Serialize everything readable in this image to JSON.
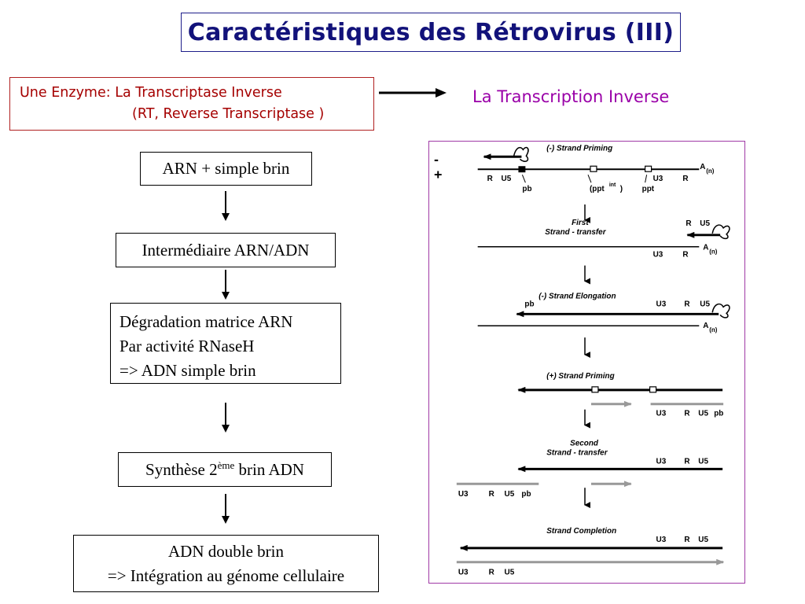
{
  "title": "Caractéristiques des Rétrovirus (III)",
  "enzyme": {
    "line1": "Une Enzyme: La Transcriptase Inverse",
    "line2": "(RT, Reverse Transcriptase )"
  },
  "process_label": "La Transcription Inverse",
  "steps": [
    {
      "lines": [
        "ARN + simple brin"
      ]
    },
    {
      "lines": [
        "Intermédiaire ARN/ADN"
      ]
    },
    {
      "lines": [
        "Dégradation matrice ARN",
        "Par activité RNaseH",
        "=> ADN simple brin"
      ]
    },
    {
      "base": "Synthèse 2",
      "sup": "ème",
      "rest": " brin ADN"
    },
    {
      "lines": [
        "ADN double brin",
        "=> Intégration au génome cellulaire"
      ]
    }
  ],
  "diagram": {
    "strand_signs": [
      "-",
      "+"
    ],
    "stages": [
      "(-) Strand Priming",
      "First",
      "Strand - transfer",
      "(-) Strand Elongation",
      "(+) Strand Priming",
      "Second",
      "Strand - transfer",
      "Strand Completion"
    ],
    "labels": {
      "R": "R",
      "U5": "U5",
      "U3": "U3",
      "pb": "pb",
      "ppt": "ppt",
      "pptint": "(ppt",
      "int": "int",
      "close": ")",
      "A": "A",
      "n": "(n)"
    }
  },
  "colors": {
    "title": "#12127a",
    "enzyme": "#a50000",
    "process": "#9a00a8",
    "diagram_border": "#a03aa6"
  }
}
